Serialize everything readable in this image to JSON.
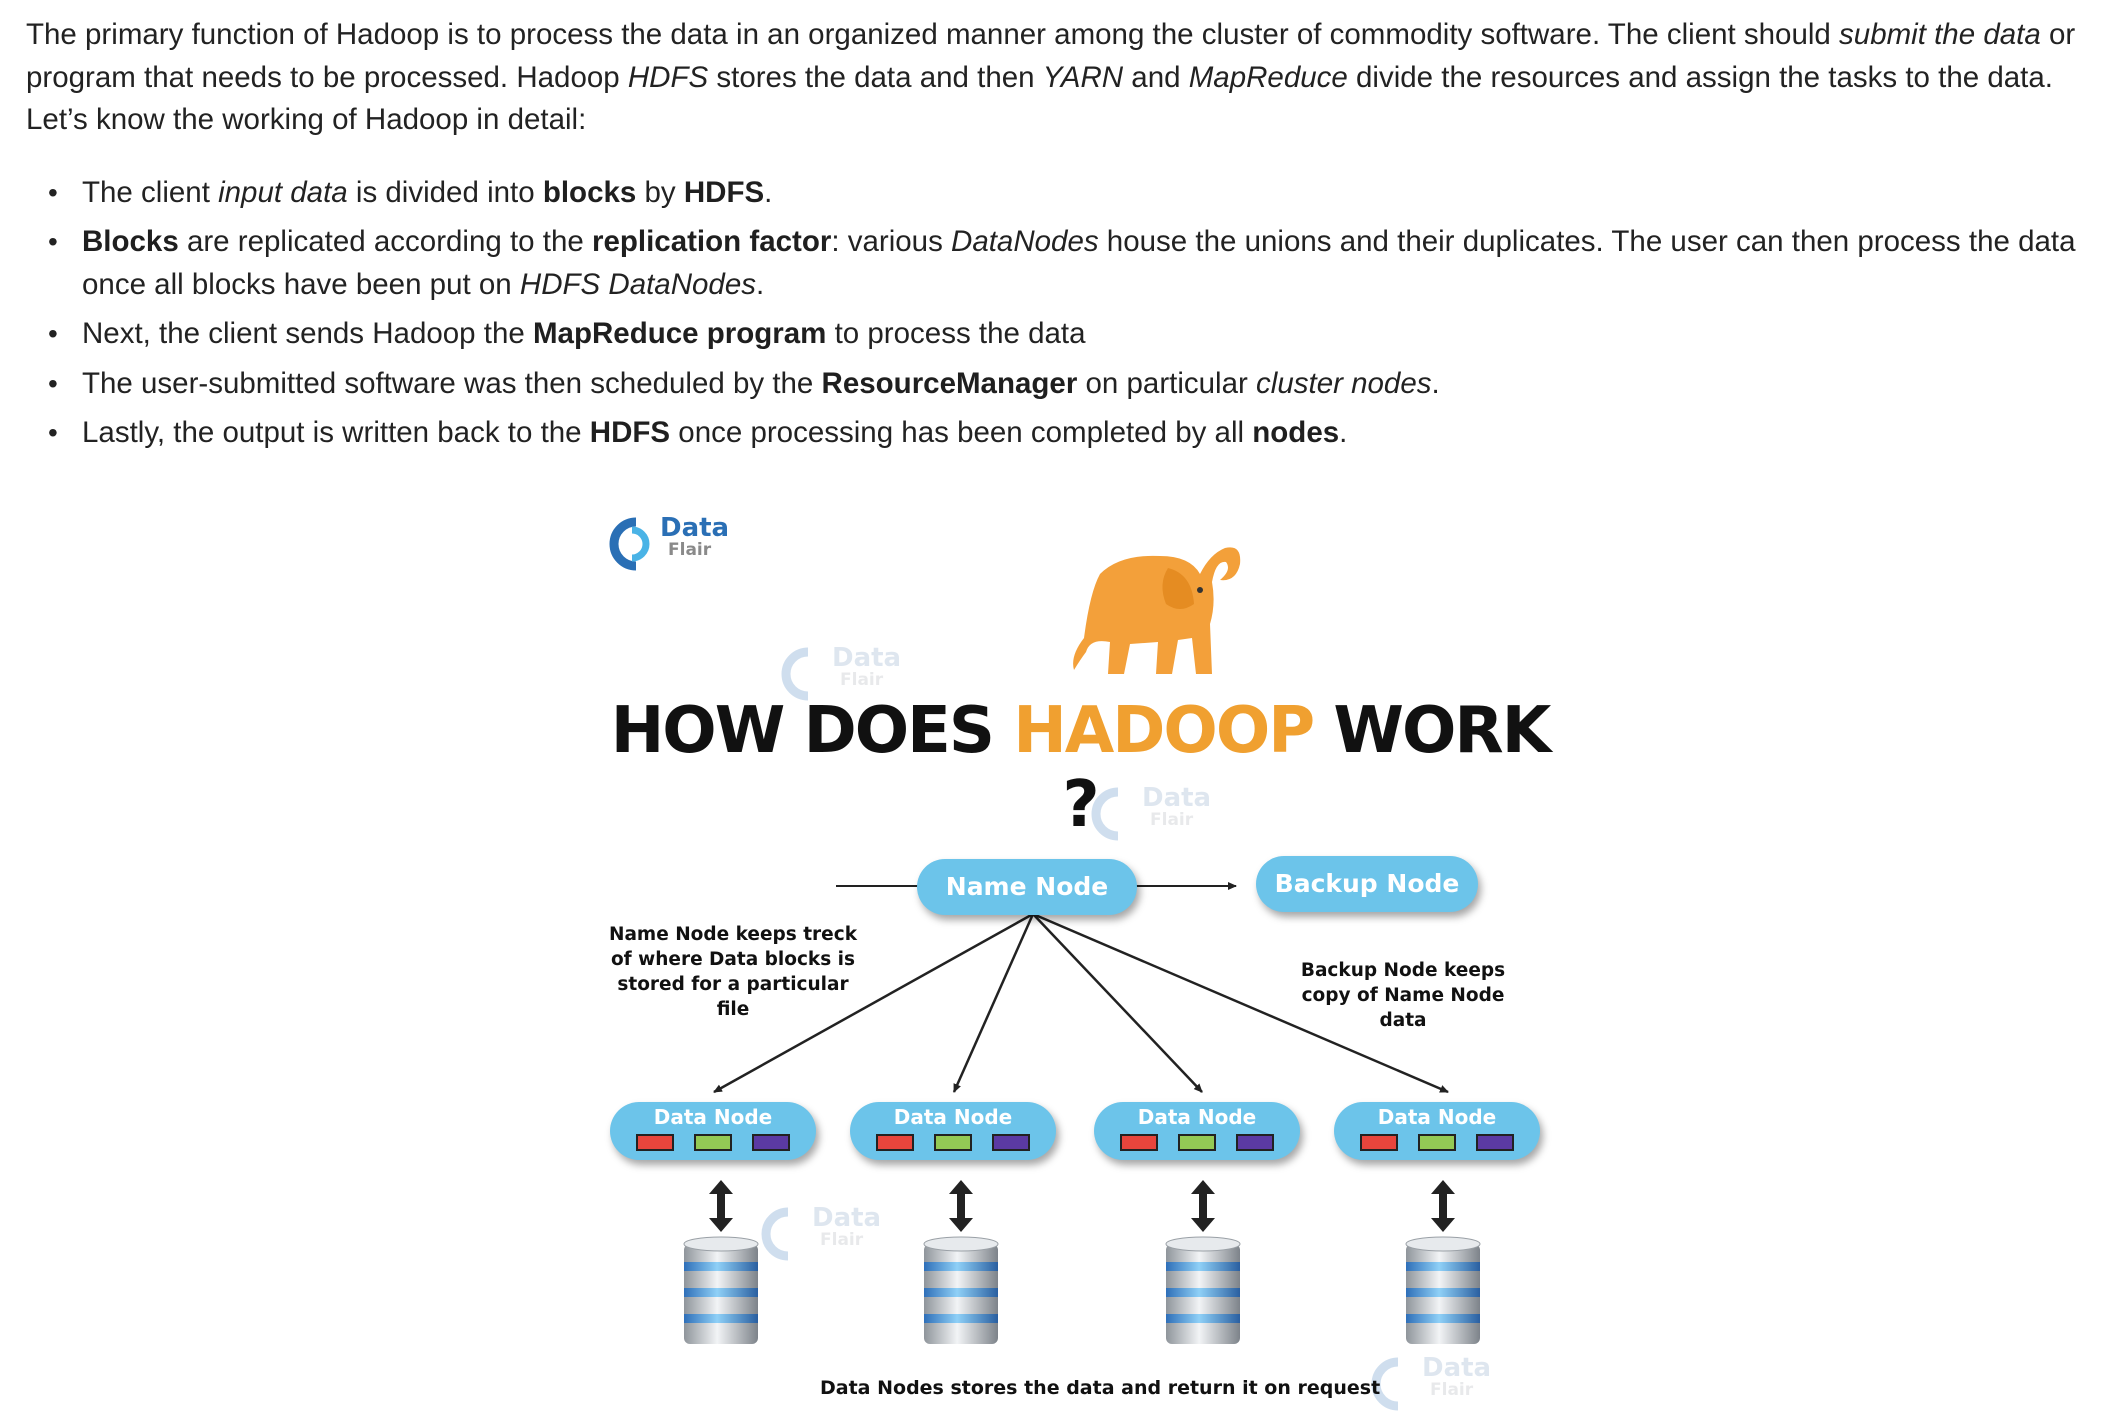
{
  "article": {
    "intro": {
      "t1": "The primary function of Hadoop is to process the data in an organized manner among the cluster of commodity software. The client should ",
      "e1": "submit the data",
      "t2": " or program that needs to be processed. Hadoop ",
      "e2": "HDFS",
      "t3": " stores the data and then ",
      "e3": "YARN",
      "t4": " and ",
      "e4": "MapReduce",
      "t5": " divide the resources and assign the tasks to the data. Let’s know the working of Hadoop in detail:"
    },
    "bullets": [
      {
        "t1": "The client ",
        "e1": "input data",
        "t2": " is divided into ",
        "b1": "blocks",
        "t3": " by ",
        "b2": "HDFS",
        "t4": "."
      },
      {
        "b1": "Blocks",
        "t1": " are replicated according to the ",
        "b2": "replication factor",
        "t2": ": various ",
        "e1": "DataNodes",
        "t3": " house the unions and their duplicates. The user can then process the data once all blocks have been put on ",
        "e2": "HDFS DataNodes",
        "t4": "."
      },
      {
        "t1": "Next, the client sends Hadoop the ",
        "b1": "MapReduce program",
        "t2": " to process the data"
      },
      {
        "t1": "The user-submitted software was then scheduled by the ",
        "b1": "ResourceManager",
        "t2": " on particular ",
        "e1": "cluster nodes",
        "t3": "."
      },
      {
        "t1": "Lastly, the output is written back to the ",
        "b1": "HDFS",
        "t2": " once processing has been completed by all ",
        "b2": "nodes",
        "t3": "."
      }
    ]
  },
  "figure": {
    "logo": {
      "line1": "Data",
      "line2": "Flair"
    },
    "title": {
      "part1": "HOW DOES ",
      "highlight": "HADOOP",
      "part2": " WORK ?"
    },
    "title_highlight_color": "#f0a030",
    "node_color": "#6cc4ea",
    "name_node": "Name Node",
    "backup_node": "Backup Node",
    "name_node_note": "Name Node keeps treck of where Data blocks is stored for a particular file",
    "backup_node_note": "Backup Node keeps copy of Name Node data",
    "data_nodes": [
      "Data Node",
      "Data Node",
      "Data Node",
      "Data Node"
    ],
    "block_colors": [
      "#e8453c",
      "#93c955",
      "#5b3aa3"
    ],
    "footer_note": "Data Nodes stores the data and return it on request"
  }
}
